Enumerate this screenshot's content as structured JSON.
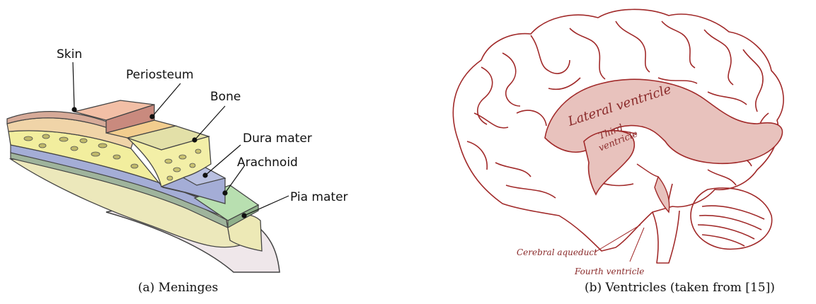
{
  "meninges": {
    "labels": {
      "skin": "Skin",
      "periosteum": "Periosteum",
      "bone": "Bone",
      "dura": "Dura mater",
      "arachnoid": "Arachnoid",
      "pia": "Pia mater"
    },
    "caption": "(a) Meninges"
  },
  "ventricles": {
    "labels": {
      "lateral": "Lateral ventricle",
      "third_1": "Third",
      "third_2": "ventricle",
      "aqueduct": "Cerebral aqueduct",
      "fourth": "Fourth ventricle"
    },
    "caption": "(b) Ventricles (taken from [15])"
  },
  "colors": {
    "skin": "#e9b7a3",
    "periosteum": "#f2cd8e",
    "bone": "#f3efa7",
    "dura": "#a4add6",
    "arachnoid": "#b8dfb0",
    "pia": "#ede9b6",
    "brain_line": "#a12a2a",
    "ventricle_fill": "#e8c2bd"
  }
}
